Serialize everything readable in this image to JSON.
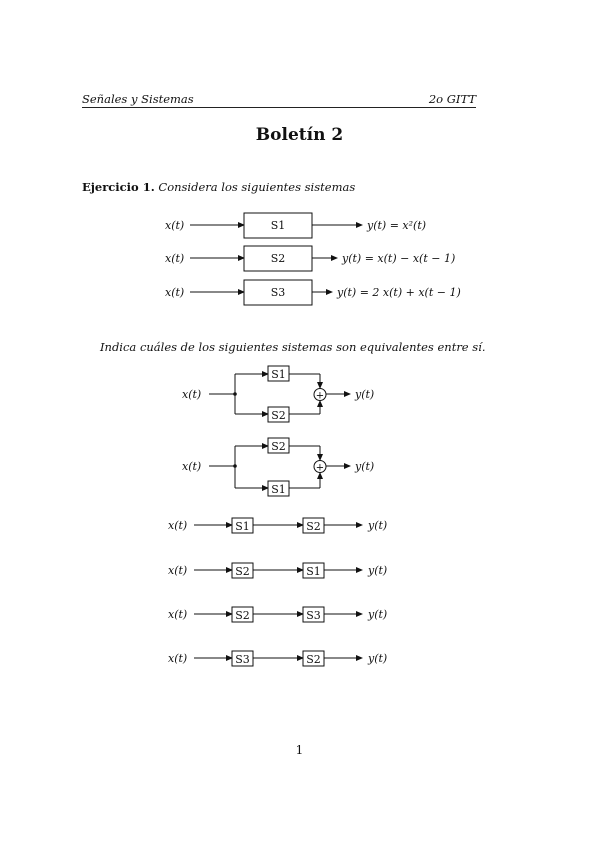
{
  "header": {
    "left": "Señales y Sistemas",
    "right": "2o GITT"
  },
  "title": "Boletín 2",
  "exercise": {
    "label": "Ejercicio 1.",
    "text": "Considera los siguientes sistemas"
  },
  "systems": [
    {
      "input": "x(t)",
      "name": "S1",
      "output": "y(t) = x²(t)"
    },
    {
      "input": "x(t)",
      "name": "S2",
      "output": "y(t) = x(t) − x(t − 1)"
    },
    {
      "input": "x(t)",
      "name": "S3",
      "output": "y(t) = 2 x(t) + x(t − 1)"
    }
  ],
  "question": "Indica cuáles de los siguientes sistemas son equivalentes entre sí.",
  "parallel_configs": [
    {
      "input": "x(t)",
      "top": "S1",
      "bottom": "S2",
      "output": "y(t)",
      "sum_symbol": "+"
    },
    {
      "input": "x(t)",
      "top": "S2",
      "bottom": "S1",
      "output": "y(t)",
      "sum_symbol": "+"
    }
  ],
  "cascade_configs": [
    {
      "input": "x(t)",
      "first": "S1",
      "second": "S2",
      "output": "y(t)"
    },
    {
      "input": "x(t)",
      "first": "S2",
      "second": "S1",
      "output": "y(t)"
    },
    {
      "input": "x(t)",
      "first": "S2",
      "second": "S3",
      "output": "y(t)"
    },
    {
      "input": "x(t)",
      "first": "S3",
      "second": "S2",
      "output": "y(t)"
    }
  ],
  "page_number": "1"
}
